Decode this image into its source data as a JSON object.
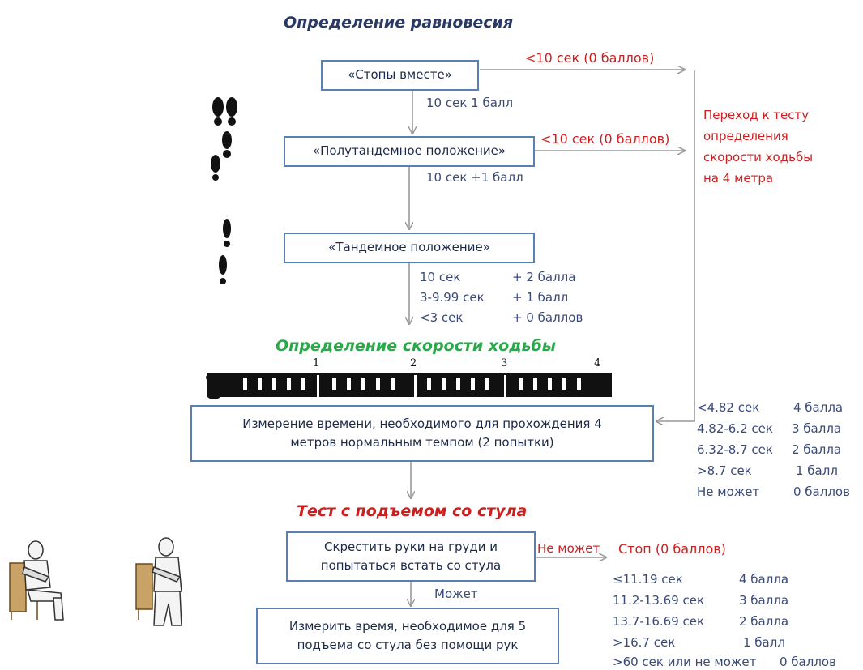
{
  "balance": {
    "title": "Определение равновесия",
    "box_feet_together": "«Стопы вместе»",
    "box_semi_tandem": "«Полутандемное положение»",
    "box_tandem": "«Тандемное положение»",
    "fail_1": "<10 сек (0 баллов)",
    "fail_2": "<10 сек (0 баллов)",
    "pass_1": "10 сек  1 балл",
    "pass_2": "10 сек  +1 балл",
    "tandem_scores": [
      {
        "time": "10 сек",
        "points": "+ 2 балла"
      },
      {
        "time": "3-9.99 сек",
        "points": "+ 1 балл"
      },
      {
        "time": "<3 сек",
        "points": "+ 0 баллов"
      }
    ],
    "transition_note": [
      "Переход к тесту",
      "определения",
      "скорости ходьбы",
      "на 4 метра"
    ]
  },
  "gait": {
    "title": "Определение скорости ходьбы",
    "ruler_marks": [
      "1",
      "2",
      "3",
      "4"
    ],
    "box_text": [
      "Измерение  времени, необходимого для прохождения 4",
      "метров нормальным темпом (2 попытки)"
    ],
    "scores": [
      {
        "time": "<4.82 сек",
        "points": "4 балла"
      },
      {
        "time": "4.82-6.2  сек",
        "points": "3 балла"
      },
      {
        "time": "6.32-8.7 сек",
        "points": "2 балла"
      },
      {
        "time": ">8.7 сек",
        "points": "1 балл"
      },
      {
        "time": "Не может",
        "points": "0 баллов"
      }
    ]
  },
  "chair": {
    "title": "Тест  с подъемом со стула",
    "box_cross_arms": [
      "Скрестить руки на груди и",
      "попытаться встать со стула"
    ],
    "cannot": "Не может",
    "stop": "Стоп (0 баллов)",
    "can": "Может",
    "box_measure": [
      "Измерить время, необходимое для 5",
      "подъема со стула без помощи рук"
    ],
    "scores": [
      {
        "time": "≤11.19 сек",
        "points": "4 балла"
      },
      {
        "time": "11.2-13.69 сек",
        "points": "3 балла"
      },
      {
        "time": "13.7-16.69  сек",
        "points": "2 балла"
      },
      {
        "time": ">16.7  сек",
        "points": "1 балл"
      },
      {
        "time": ">60 сек или не может",
        "points": "0 баллов"
      }
    ]
  },
  "colors": {
    "box_border": "#5b7fb0",
    "arrow": "#9a9a9a",
    "navy_text": "#3a4a78",
    "red": "#cc1f1f",
    "green": "#2aa84a"
  }
}
